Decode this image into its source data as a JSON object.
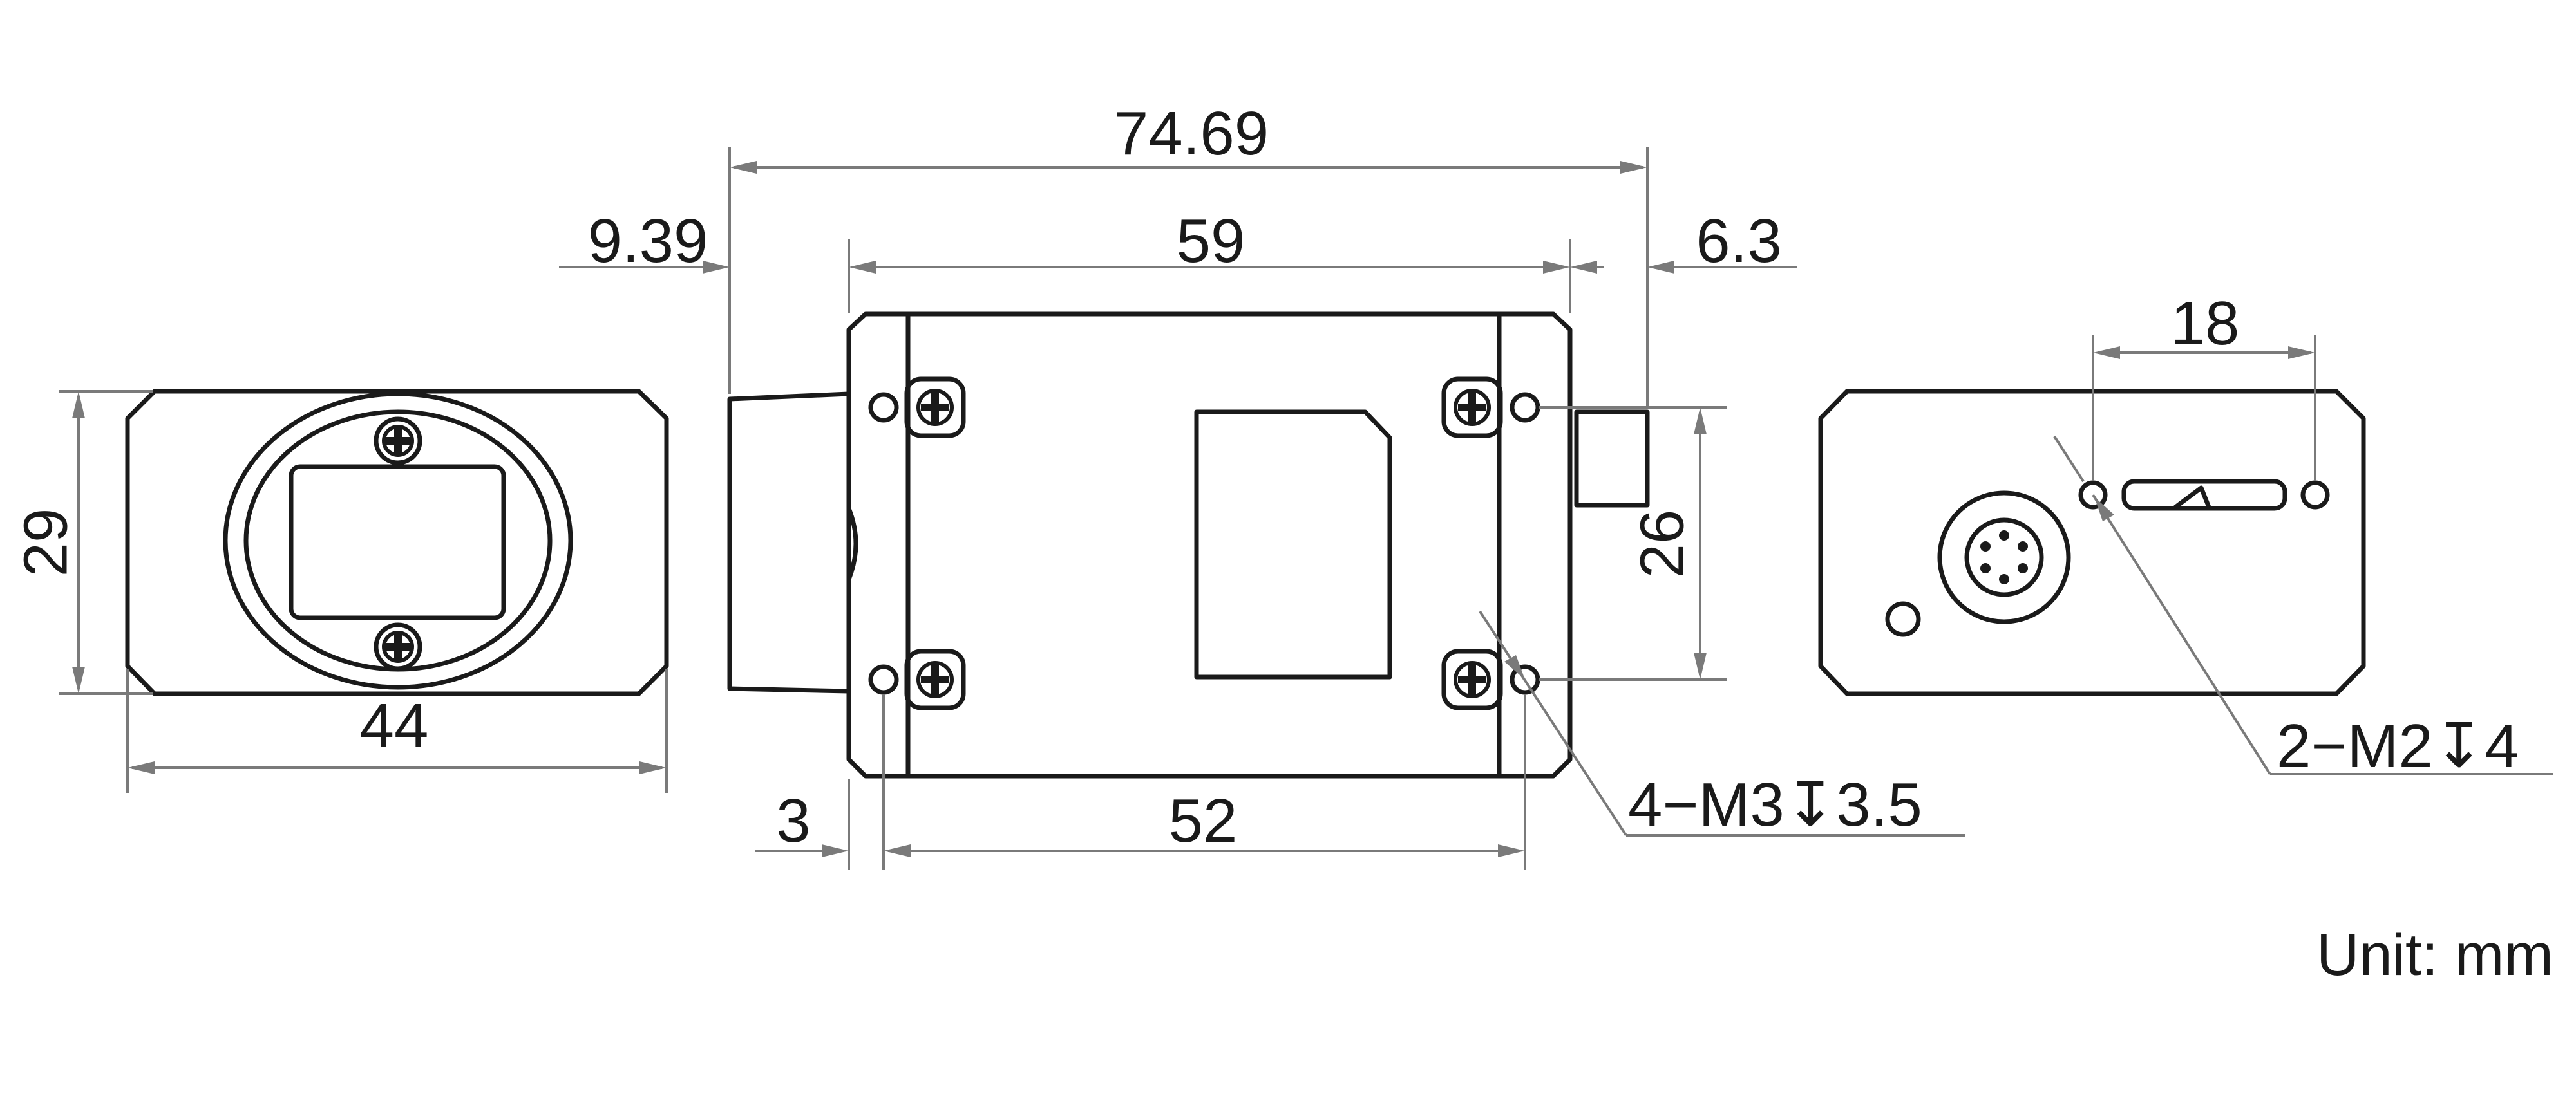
{
  "dimensions": {
    "front_width": "44",
    "front_height": "29",
    "overall_length": "74.69",
    "front_offset": "9.39",
    "body_length": "59",
    "rear_offset": "6.3",
    "hole_spacing_side": "26",
    "edge_hole_offset": "3",
    "hole_spacing_long": "52",
    "rear_hole_spacing": "18"
  },
  "callouts": {
    "side_holes": "4−M3↧3.5",
    "rear_holes": "2−M2↧4"
  },
  "unit_note": "Unit: mm",
  "colors": {
    "outline": "#1a1a1a",
    "dimension_line": "#7a7a7a",
    "background": "#ffffff"
  }
}
